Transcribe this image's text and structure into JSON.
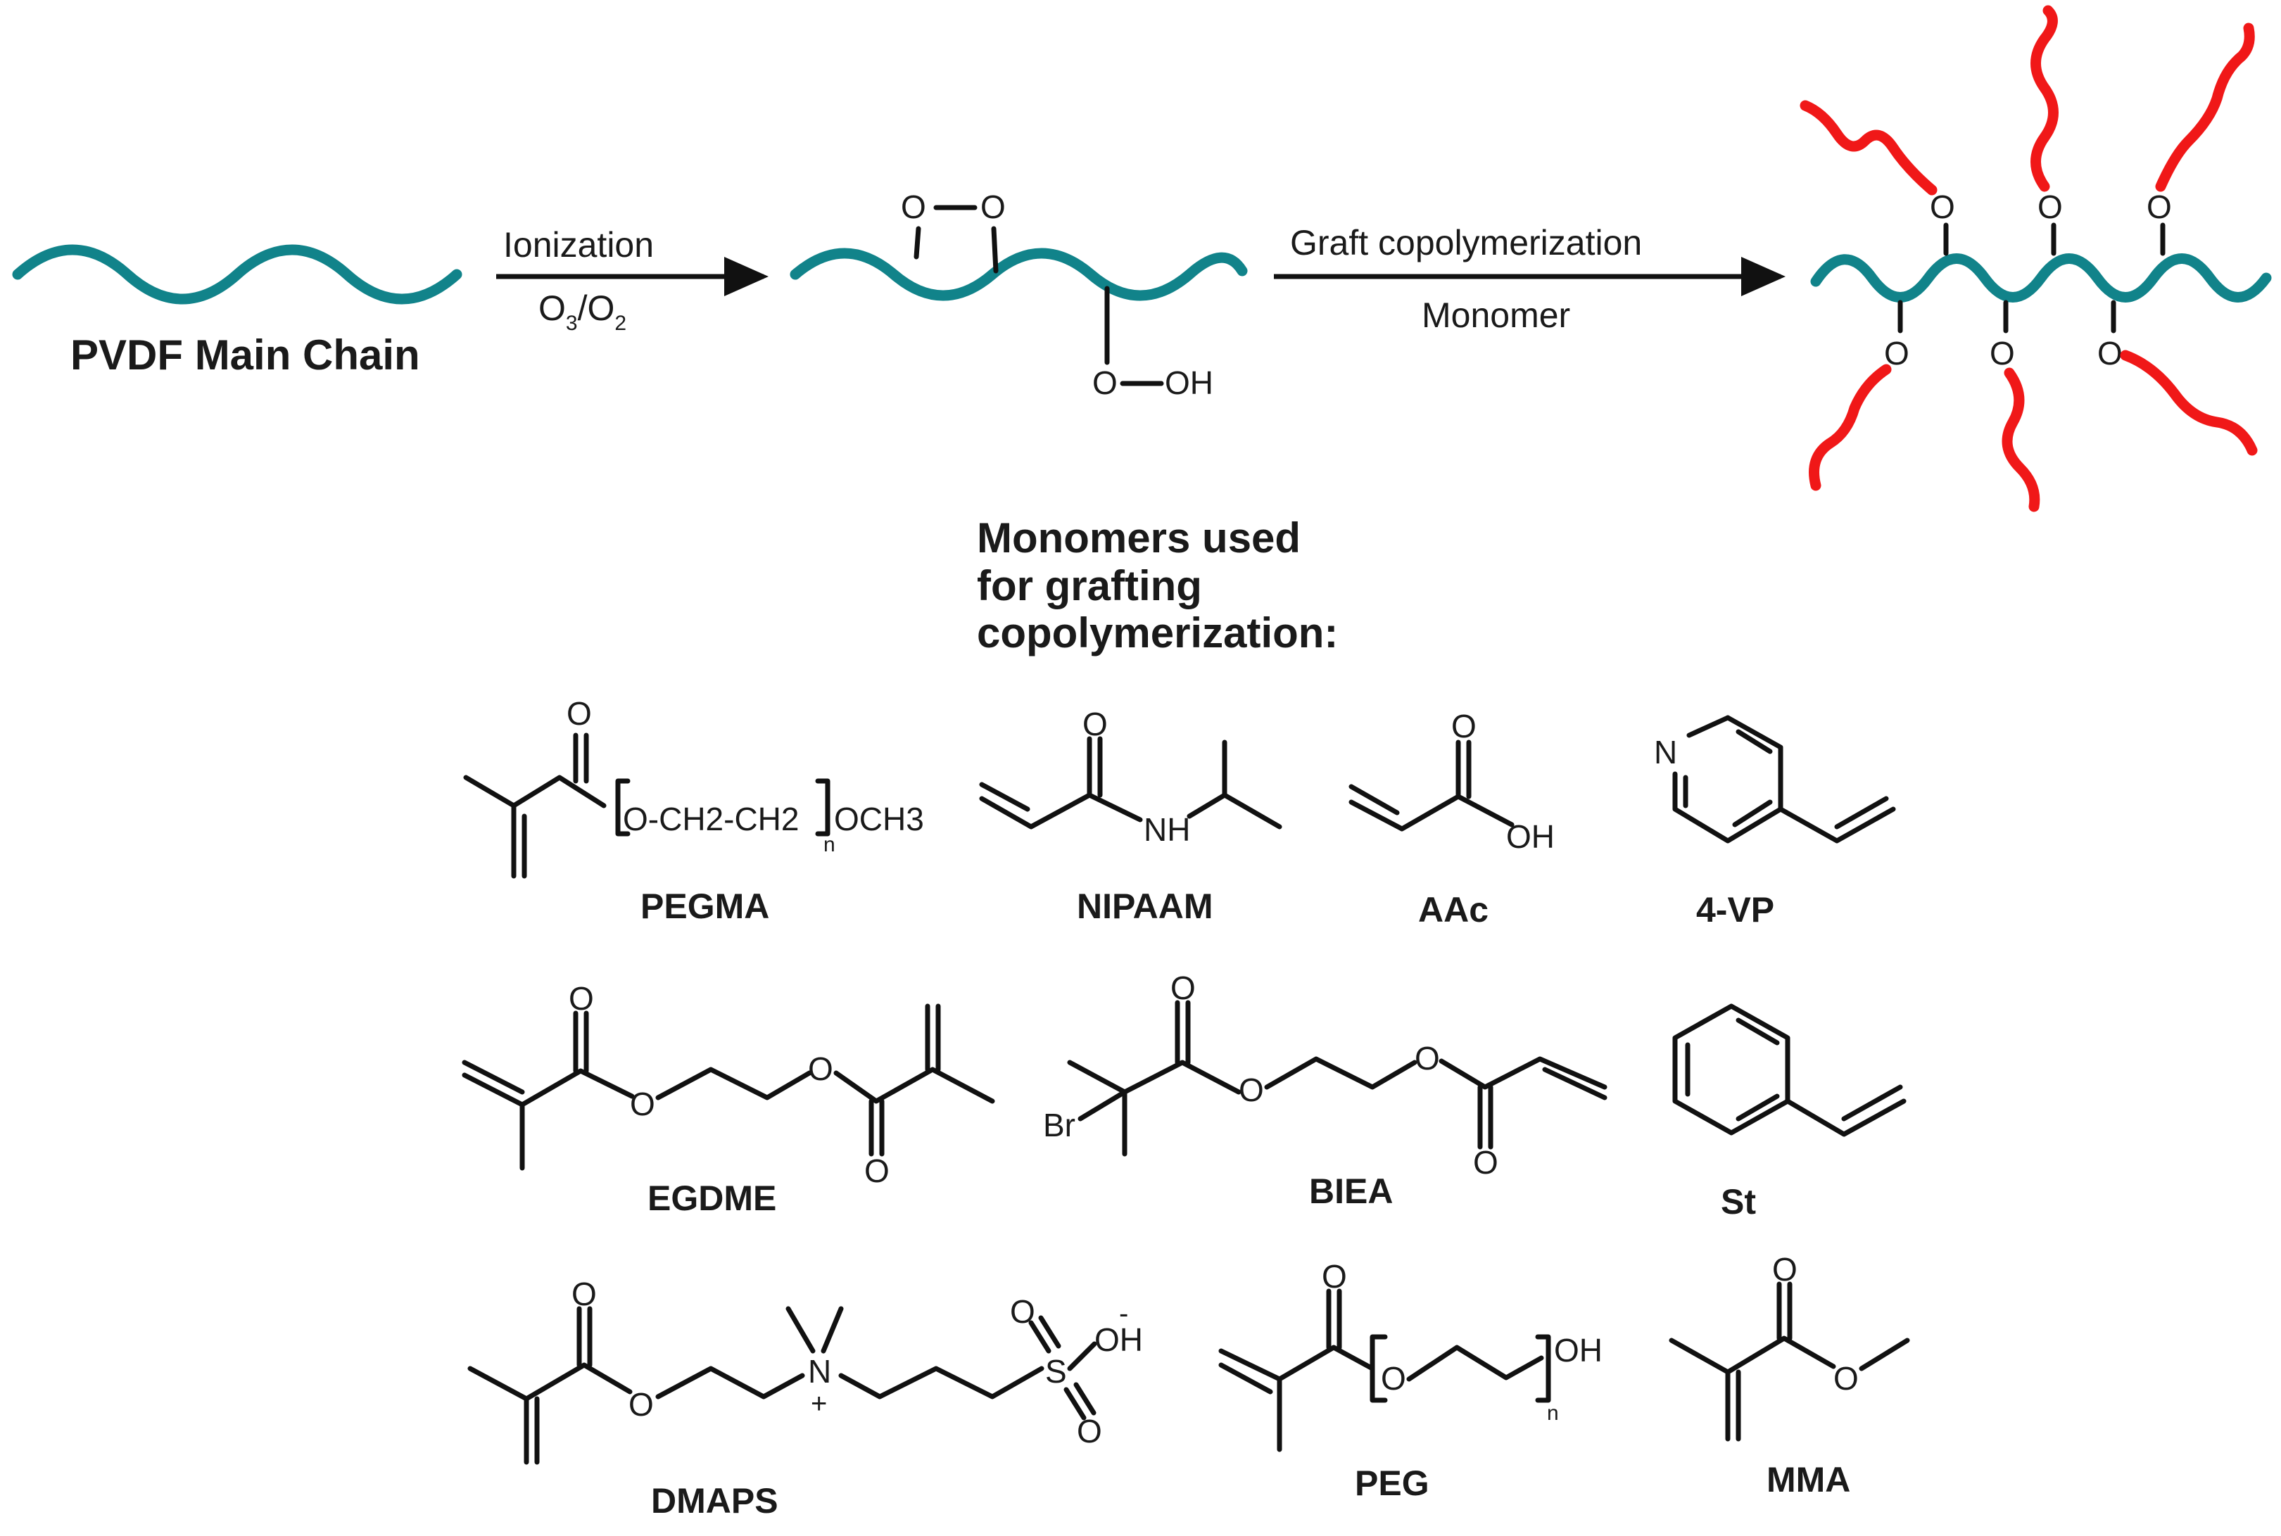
{
  "scheme": {
    "pvdf_label": "PVDF Main Chain",
    "step1": {
      "label": "Ionization",
      "reagent": "O3/O2"
    },
    "step2": {
      "label": "Graft copolymerization",
      "reagent": "Monomer"
    },
    "intermediate_atoms": {
      "o": "O",
      "ooh_o": "O",
      "ooh_h": "OH"
    },
    "product_atom": "O"
  },
  "monomers_heading": [
    "Monomers used",
    "for grafting",
    "copolymerization:"
  ],
  "monomers": [
    {
      "name": "PEGMA",
      "atoms": {
        "carbonyl_o": "O",
        "repeat": "O-CH2-CH2",
        "n": "n",
        "end": "OCH3"
      }
    },
    {
      "name": "NIPAAM",
      "atoms": {
        "carbonyl_o": "O",
        "nh": "NH"
      }
    },
    {
      "name": "AAc",
      "atoms": {
        "carbonyl_o": "O",
        "oh": "OH"
      }
    },
    {
      "name": "4-VP",
      "atoms": {
        "n": "N"
      }
    },
    {
      "name": "EGDME",
      "atoms": {
        "o": "O"
      }
    },
    {
      "name": "BIEA",
      "atoms": {
        "o": "O",
        "br": "Br"
      }
    },
    {
      "name": "St",
      "atoms": {}
    },
    {
      "name": "DMAPS",
      "atoms": {
        "o": "O",
        "n": "N",
        "plus": "+",
        "s": "S",
        "oh": "OH",
        "minus": "-"
      }
    },
    {
      "name": "PEG",
      "atoms": {
        "o": "O",
        "oh": "OH",
        "n": "n"
      }
    },
    {
      "name": "MMA",
      "atoms": {
        "o": "O"
      }
    }
  ],
  "colors": {
    "backbone": "#11838a",
    "graft_chain": "#f01818",
    "ink": "#111111"
  }
}
